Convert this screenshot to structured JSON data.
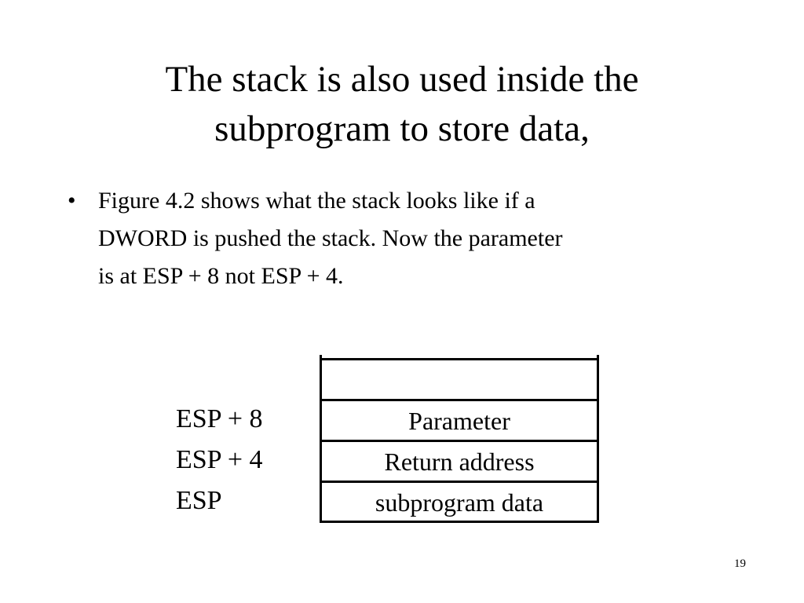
{
  "slide": {
    "title_lines": [
      "The stack is also used inside the",
      "subprogram to store data,"
    ],
    "bullets": [
      {
        "marker": "•",
        "lines": [
          "Figure 4.2 shows what the stack looks like if a",
          "DWORD is pushed the stack. Now the parameter",
          "is at ESP + 8 not ESP + 4."
        ]
      }
    ],
    "page_number": "19"
  },
  "figure": {
    "labels": [
      "ESP + 8",
      "ESP + 4",
      "ESP"
    ],
    "cells": [
      "",
      "Parameter",
      "Return address",
      "subprogram data"
    ]
  }
}
